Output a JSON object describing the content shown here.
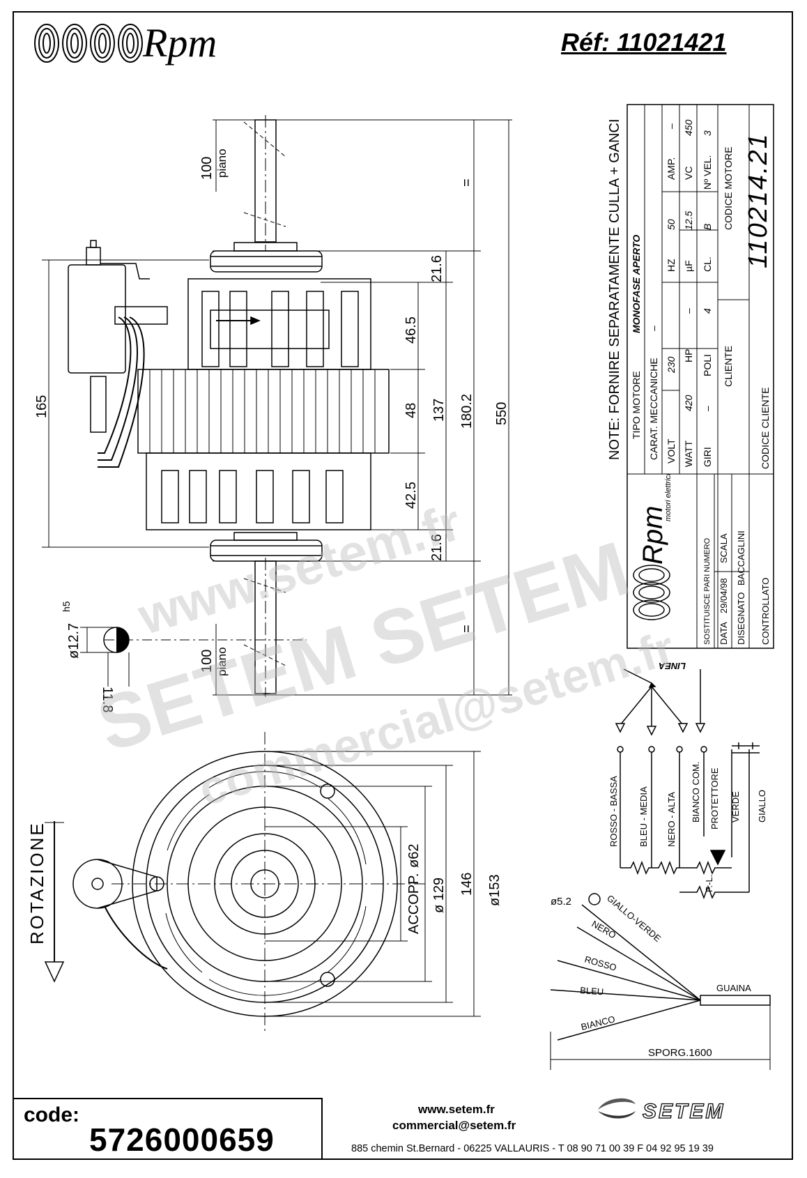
{
  "header": {
    "brand": "Rpm",
    "reference": "Réf:  11021421"
  },
  "dimensions": {
    "piano_top_len": "100",
    "piano_top_label": "piano",
    "eq_top": "=",
    "d_21_6_top": "21.6",
    "d_46_5": "46.5",
    "d_48": "48",
    "d_42_5": "42.5",
    "d_21_6_bottom": "21.6",
    "d_137": "137",
    "d_180_2": "180.2",
    "d_550": "550",
    "d_165": "165",
    "eq_bottom": "=",
    "piano_bottom_len": "100",
    "piano_bottom_label": "piano",
    "shaft_dia": "ø12.7",
    "shaft_tol": "h5",
    "shaft_flat": "11.8",
    "rotation": "ROTAZIONE",
    "accopp": "ACCOPP.",
    "dia_62": "ø62",
    "dia_129": "ø 129",
    "d_146": "146",
    "dia_153": "ø153"
  },
  "spec_table": {
    "note": "NOTE: FORNIRE SEPARATAMENTE CULLA + GANCI",
    "tipo_motore_label": "TIPO MOTORE",
    "tipo_motore_value": "MONOFASE APERTO",
    "carat_label": "CARAT. MECCANICHE",
    "carat_value": "–",
    "volt_label": "VOLT",
    "volt_value": "230",
    "hz_label": "HZ",
    "hz_value": "50",
    "amp_label": "AMP.",
    "amp_value": "–",
    "watt_label": "WATT",
    "watt_value": "420",
    "hp_label": "HP",
    "hp_value": "–",
    "uf_label": "µF",
    "uf_value": "12.5",
    "vc_label": "VC",
    "vc_value": "450",
    "giri_label": "GIRI",
    "giri_value": "–",
    "poli_label": "POLI",
    "poli_value": "4",
    "cl_label": "CL.",
    "cl_value": "B",
    "nvel_label": "Nº VEL.",
    "nvel_value": "3",
    "cliente_label": "CLIENTE",
    "codice_motore_label": "CODICE MOTORE",
    "codice_motore_value": "110214.21",
    "codice_cliente_label": "CODICE CLIENTE"
  },
  "title_block": {
    "logo": "Rpm",
    "logo_sub": "motori elettrici",
    "sostituisce": "SOSTITUISCE PARI NUMERO",
    "data_label": "DATA",
    "data_value": "29/04/98",
    "scala_label": "SCALA",
    "disegnato_label": "DISEGNATO",
    "disegnato_value": "BACCAGLINI",
    "controllato_label": "CONTROLLATO"
  },
  "wiring": {
    "linea": "LINEA",
    "rosso_bassa": "ROSSO - BASSA",
    "bleu_media": "BLEU - MEDIA",
    "nero_alta": "NERO - ALTA",
    "bianco_com": "BIANCO COM.",
    "protettore": "PROTETTORE",
    "verde": "VERDE",
    "giallo": "GIALLO",
    "fl": "F.-L.",
    "cable_dia": "ø5.2",
    "giallo_verde": "GIALLO-VERDE",
    "nero": "NERO",
    "rosso": "ROSSO",
    "bleu": "BLEU",
    "bianco": "BIANCO",
    "guaina": "GUAINA",
    "sporg": "SPORG.1600"
  },
  "watermark": {
    "line1": "www.setem.fr",
    "line2": "SETEM  SETEM",
    "line3": "commercial@setem.fr"
  },
  "footer": {
    "code_label": "code:",
    "code_value": "5726000659",
    "web": "www.setem.fr",
    "email": "commercial@setem.fr",
    "address": "885 chemin St.Bernard  -  06225 VALLAURIS  -  T 08 90 71 00 39   F 04 92 95 19 39",
    "brand": "SETEM"
  }
}
